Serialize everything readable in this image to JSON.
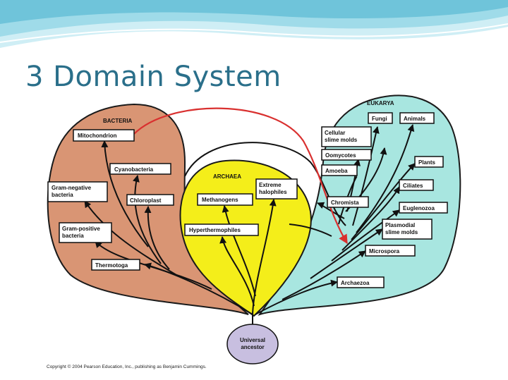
{
  "slide": {
    "title": "3 Domain System",
    "copyright": "Copyright © 2004 Pearson Education, Inc., publishing as Benjamin Cummings."
  },
  "colors": {
    "title": "#2a6f8a",
    "bacteria_fill": "#d99574",
    "archaea_fill": "#f4ee1a",
    "eukarya_fill": "#a8e6e0",
    "ancestor_fill": "#c8bfe0",
    "endosymbiosis_arrow": "#d9302f",
    "header_wave_teal": "#86cfe0",
    "header_wave_light": "#cfeef5"
  },
  "tree": {
    "root": "Universal ancestor",
    "domains": {
      "bacteria": {
        "label": "BACTERIA",
        "groups": [
          "Mitochondrion",
          "Cyanobacteria",
          "Gram-negative bacteria",
          "Chloroplast",
          "Gram-positive bacteria",
          "Thermotoga"
        ]
      },
      "archaea": {
        "label": "ARCHAEA",
        "groups": [
          "Extreme halophiles",
          "Methanogens",
          "Hyperthermophiles"
        ]
      },
      "eukarya": {
        "label": "EUKARYA",
        "groups": [
          "Fungi",
          "Animals",
          "Cellular slime molds",
          "Oomycotes",
          "Plants",
          "Amoeba",
          "Ciliates",
          "Chromista",
          "Euglenozoa",
          "Plasmodial slime molds",
          "Microspora",
          "Archaezoa"
        ]
      }
    }
  }
}
